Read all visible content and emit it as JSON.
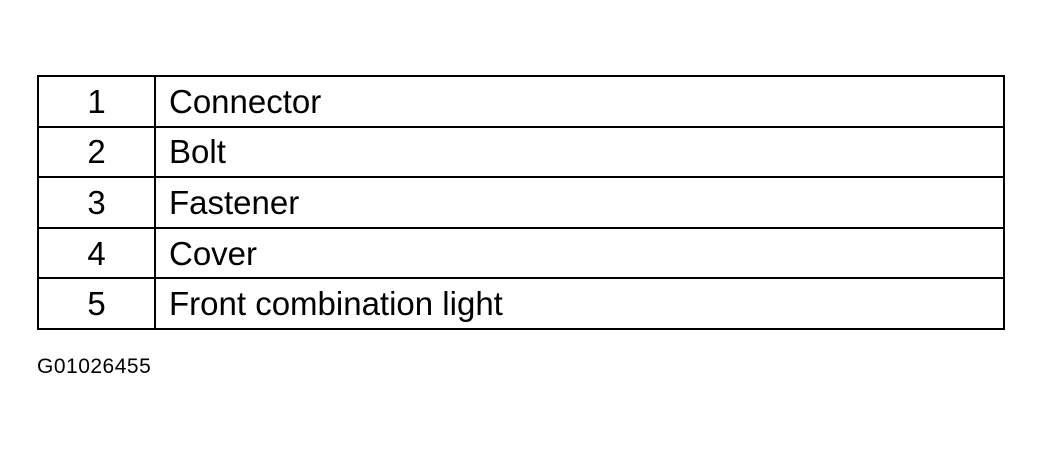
{
  "legend": {
    "rows": [
      {
        "number": "1",
        "description": "Connector"
      },
      {
        "number": "2",
        "description": "Bolt"
      },
      {
        "number": "3",
        "description": "Fastener"
      },
      {
        "number": "4",
        "description": "Cover"
      },
      {
        "number": "5",
        "description": "Front combination light"
      }
    ]
  },
  "figure_id": "G01026455"
}
